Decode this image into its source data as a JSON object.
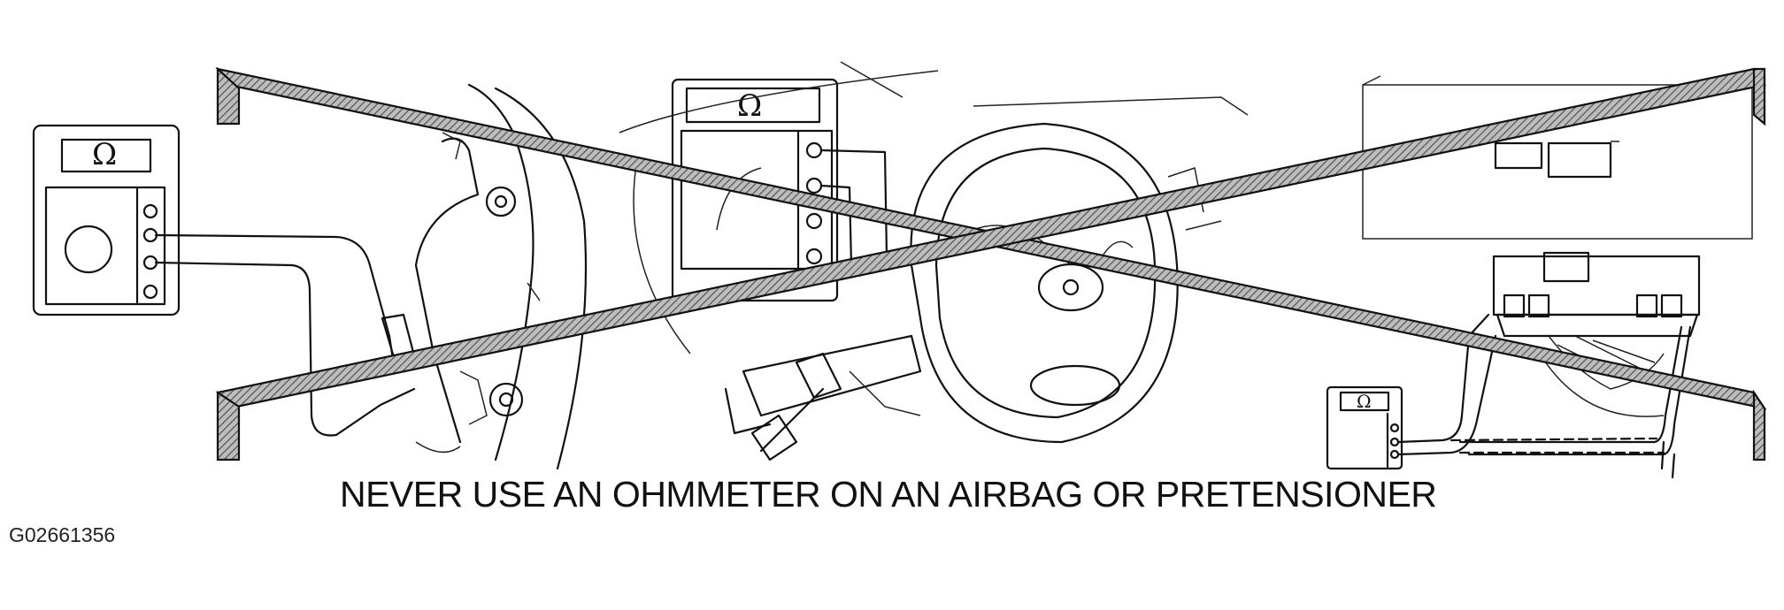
{
  "caption": "NEVER USE AN OHMMETER ON AN AIRBAG OR PRETENSIONER",
  "figure_id": "G02661356",
  "meters": [
    {
      "name": "left-ohmmeter",
      "symbol": "Ω"
    },
    {
      "name": "center-ohmmeter",
      "symbol": "Ω"
    },
    {
      "name": "right-ohmmeter",
      "symbol": "Ω"
    }
  ],
  "colors": {
    "line": "#111111",
    "cross_hatch": "#777777",
    "background": "#ffffff"
  }
}
